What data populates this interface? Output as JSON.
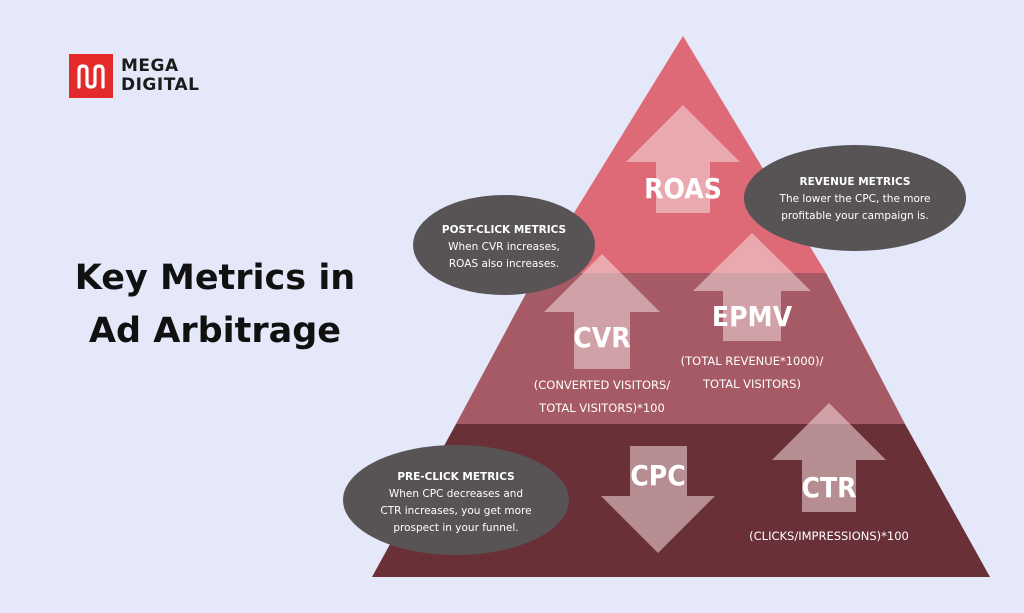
{
  "brand": {
    "line1": "MEGA",
    "line2": "DIGITAL"
  },
  "title": {
    "line1": "Key Metrics in",
    "line2": "Ad Arbitrage"
  },
  "colors": {
    "top": "#dd6a76",
    "middle": "#a55a65",
    "bottom": "#6a3038",
    "arrow": "#f4dcdc",
    "bubble": "#585456",
    "brand": "#e52a2b"
  },
  "metrics": {
    "roas": {
      "label": "ROAS"
    },
    "cvr": {
      "label": "CVR",
      "formula_line1": "(CONVERTED VISITORS/",
      "formula_line2": "TOTAL VISITORS)*100"
    },
    "epmv": {
      "label": "EPMV",
      "formula_line1": "(TOTAL REVENUE*1000)/",
      "formula_line2": "TOTAL VISITORS)"
    },
    "cpc": {
      "label": "CPC"
    },
    "ctr": {
      "label": "CTR",
      "formula_line1": "(CLICKS/IMPRESSIONS)*100"
    }
  },
  "bubbles": {
    "revenue": {
      "title": "REVENUE METRICS",
      "line1": "The lower the CPC, the more",
      "line2": "profitable your campaign is."
    },
    "post_click": {
      "title": "POST-CLICK METRICS",
      "line1": "When CVR increases,",
      "line2": "ROAS also increases."
    },
    "pre_click": {
      "title": "PRE-CLICK METRICS",
      "line1": "When CPC decreases and",
      "line2": "CTR increases, you get more",
      "line3": "prospect in your funnel."
    }
  }
}
